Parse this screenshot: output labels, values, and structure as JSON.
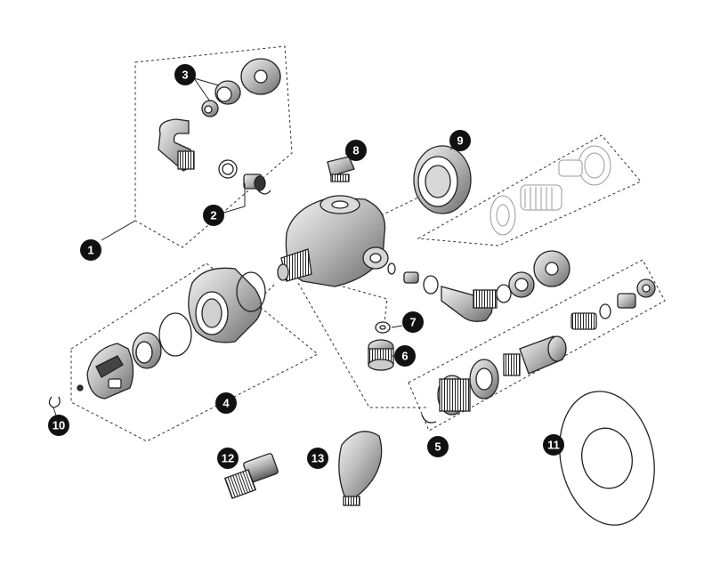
{
  "callouts": [
    {
      "id": "1",
      "label": "1"
    },
    {
      "id": "2",
      "label": "2"
    },
    {
      "id": "3",
      "label": "3"
    },
    {
      "id": "4",
      "label": "4"
    },
    {
      "id": "5",
      "label": "5"
    },
    {
      "id": "6",
      "label": "6"
    },
    {
      "id": "7",
      "label": "7"
    },
    {
      "id": "8",
      "label": "8"
    },
    {
      "id": "9",
      "label": "9"
    },
    {
      "id": "10",
      "label": "10"
    },
    {
      "id": "11",
      "label": "11"
    },
    {
      "id": "12",
      "label": "12"
    },
    {
      "id": "13",
      "label": "13"
    }
  ],
  "colors": {
    "marker_fill": "#111111",
    "marker_text": "#ffffff",
    "line": "#222222",
    "ghost": "#9a9a9a",
    "chrome": "#bfbfbf"
  }
}
